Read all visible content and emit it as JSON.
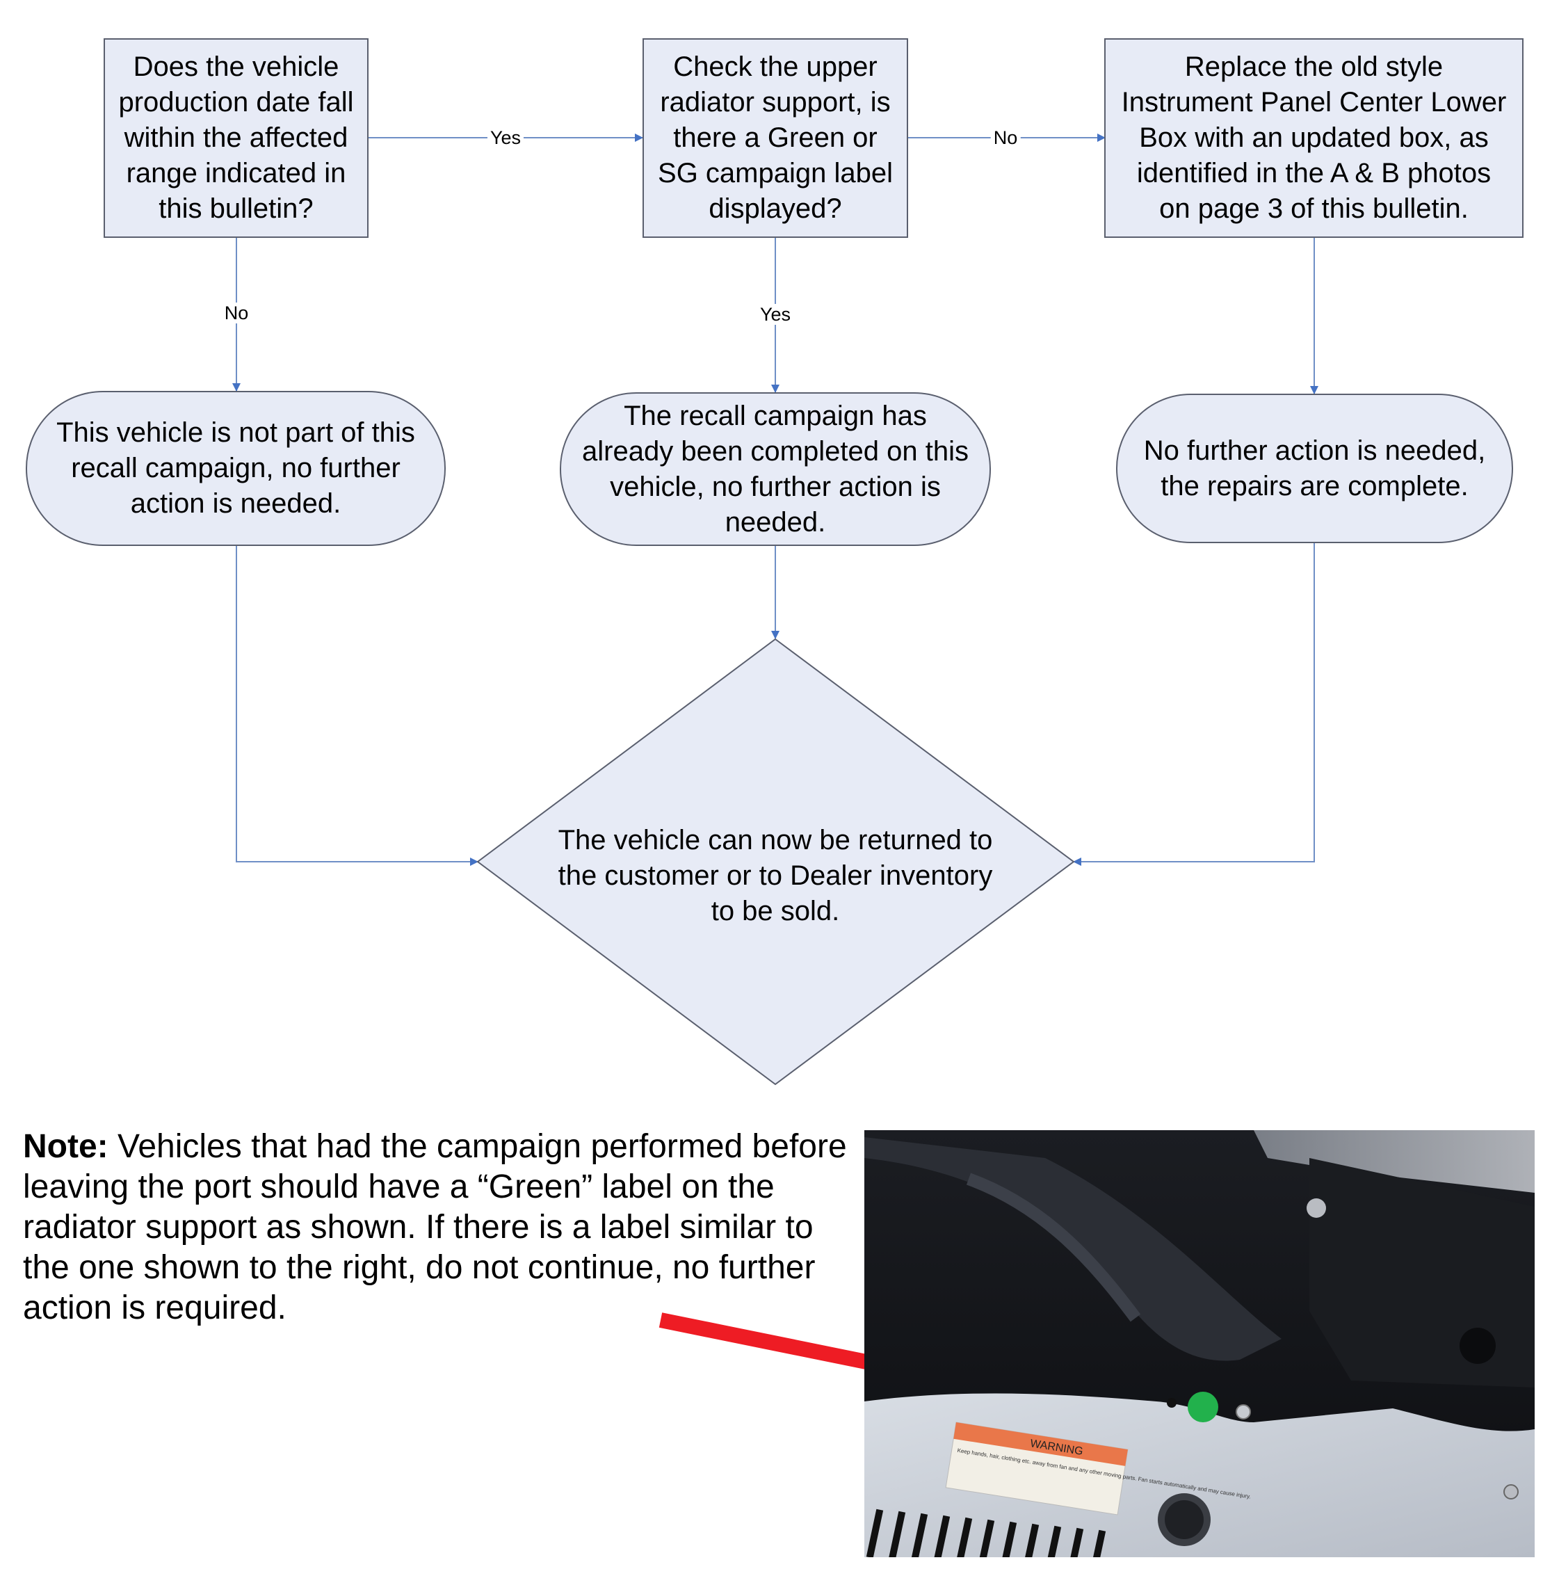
{
  "flowchart": {
    "nodes": {
      "q_production_date": {
        "text": "Does the vehicle\nproduction date fall\nwithin the affected\nrange indicated in\nthis bulletin?"
      },
      "q_label_check": {
        "text": "Check the upper\nradiator support, is\nthere a Green or\nSG campaign label\ndisplayed?"
      },
      "replace_box": {
        "text": "Replace the old style\nInstrument Panel Center Lower\nBox with an updated box, as\nidentified in the A & B photos\non page 3 of this bulletin."
      },
      "not_part": {
        "text": "This vehicle is not part of this\nrecall campaign, no further\naction is needed."
      },
      "already_done": {
        "text": "The recall campaign has\nalready been completed on this\nvehicle, no further action is\nneeded."
      },
      "repairs_complete": {
        "text": "No further action is needed,\nthe repairs are complete."
      },
      "return_vehicle": {
        "text": "The vehicle can now be returned to\nthe customer or to Dealer inventory\nto be sold."
      }
    },
    "edge_labels": {
      "date_to_label": "Yes",
      "label_to_replace": "No",
      "date_to_notpart": "No",
      "label_to_done": "Yes"
    },
    "colors": {
      "node_fill": "#e7ebf6",
      "node_stroke": "#5a5f6e",
      "arrow": "#4472c4"
    }
  },
  "note": {
    "prefix": "Note:",
    "body": "  Vehicles that had the campaign performed before leaving the port should have a “Green” label on the radiator support as shown. If there is a label similar to the one shown to the right, do not continue, no further action is required."
  },
  "photo": {
    "label_text": "WARNING",
    "label_fine_print": "Keep hands, hair, clothing etc. away from fan and any other moving parts. Fan starts automatically and may cause injury.",
    "colors": {
      "label_dot": "#22b14c",
      "pointer_arrow": "#ee1c24"
    }
  }
}
